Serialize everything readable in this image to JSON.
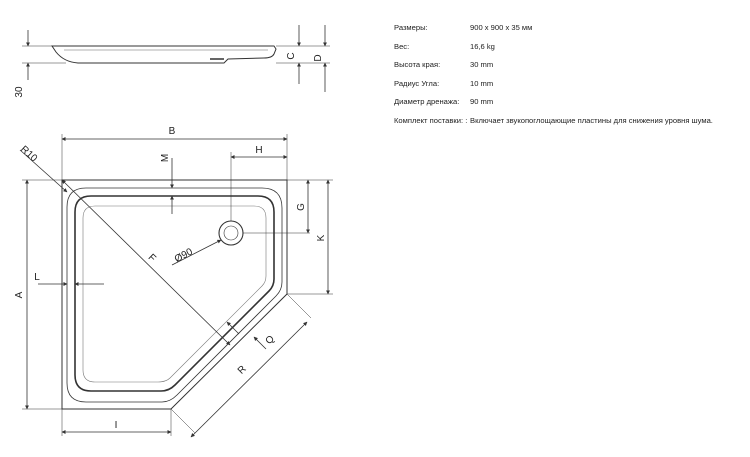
{
  "drawing": {
    "labels": {
      "dim_30": "30",
      "dim_c": "C",
      "dim_d": "D",
      "dim_b": "B",
      "dim_r10": "R10",
      "dim_m": "M",
      "dim_h": "H",
      "dim_g": "G",
      "dim_k": "K",
      "dim_a": "A",
      "dim_l": "L",
      "dim_f": "F",
      "dim_drain": "Ø90",
      "dim_q": "Q",
      "dim_r": "R",
      "dim_i": "I"
    }
  },
  "specs": [
    {
      "label": "Размеры:",
      "value": "900 x 900 x 35 мм"
    },
    {
      "label": "Вес:",
      "value": "16,6 kg"
    },
    {
      "label": "Высота края:",
      "value": "30 mm"
    },
    {
      "label": "Радиус Угла:",
      "value": "10 mm"
    },
    {
      "label": "Диаметр дренажа:",
      "value": "90 mm"
    },
    {
      "label": "Комплект поставки: :",
      "value": "Включает звукопоглощающие пластины для снижения уровня шума."
    }
  ]
}
